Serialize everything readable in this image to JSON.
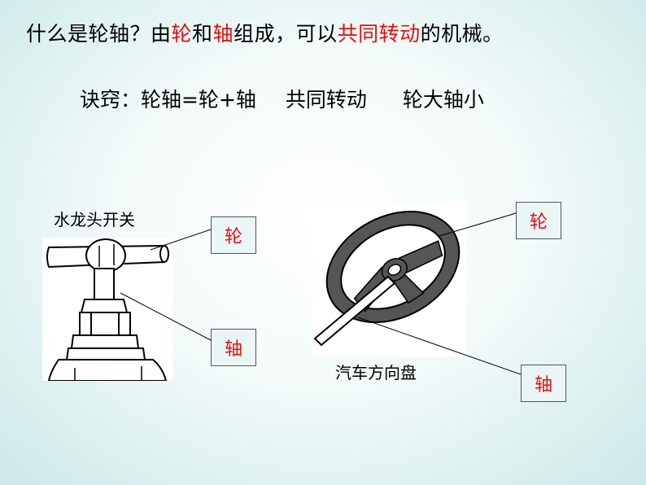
{
  "heading": {
    "p1": "什么是轮轴？由",
    "p2": "轮",
    "p3": "和",
    "p4": "轴",
    "p5": "组成，可以",
    "p6": "共同转动",
    "p7": "的机械。"
  },
  "tip": {
    "label": "诀窍：轮轴=轮+轴",
    "rule2": "共同转动",
    "rule3": "轮大轴小"
  },
  "faucet": {
    "caption": "水龙头开关",
    "wheel_label": "轮",
    "axle_label": "轴"
  },
  "steering": {
    "caption": "汽车方向盘",
    "wheel_label": "轮",
    "axle_label": "轴"
  },
  "colors": {
    "highlight": "#e01010",
    "background": "#d9efee"
  }
}
